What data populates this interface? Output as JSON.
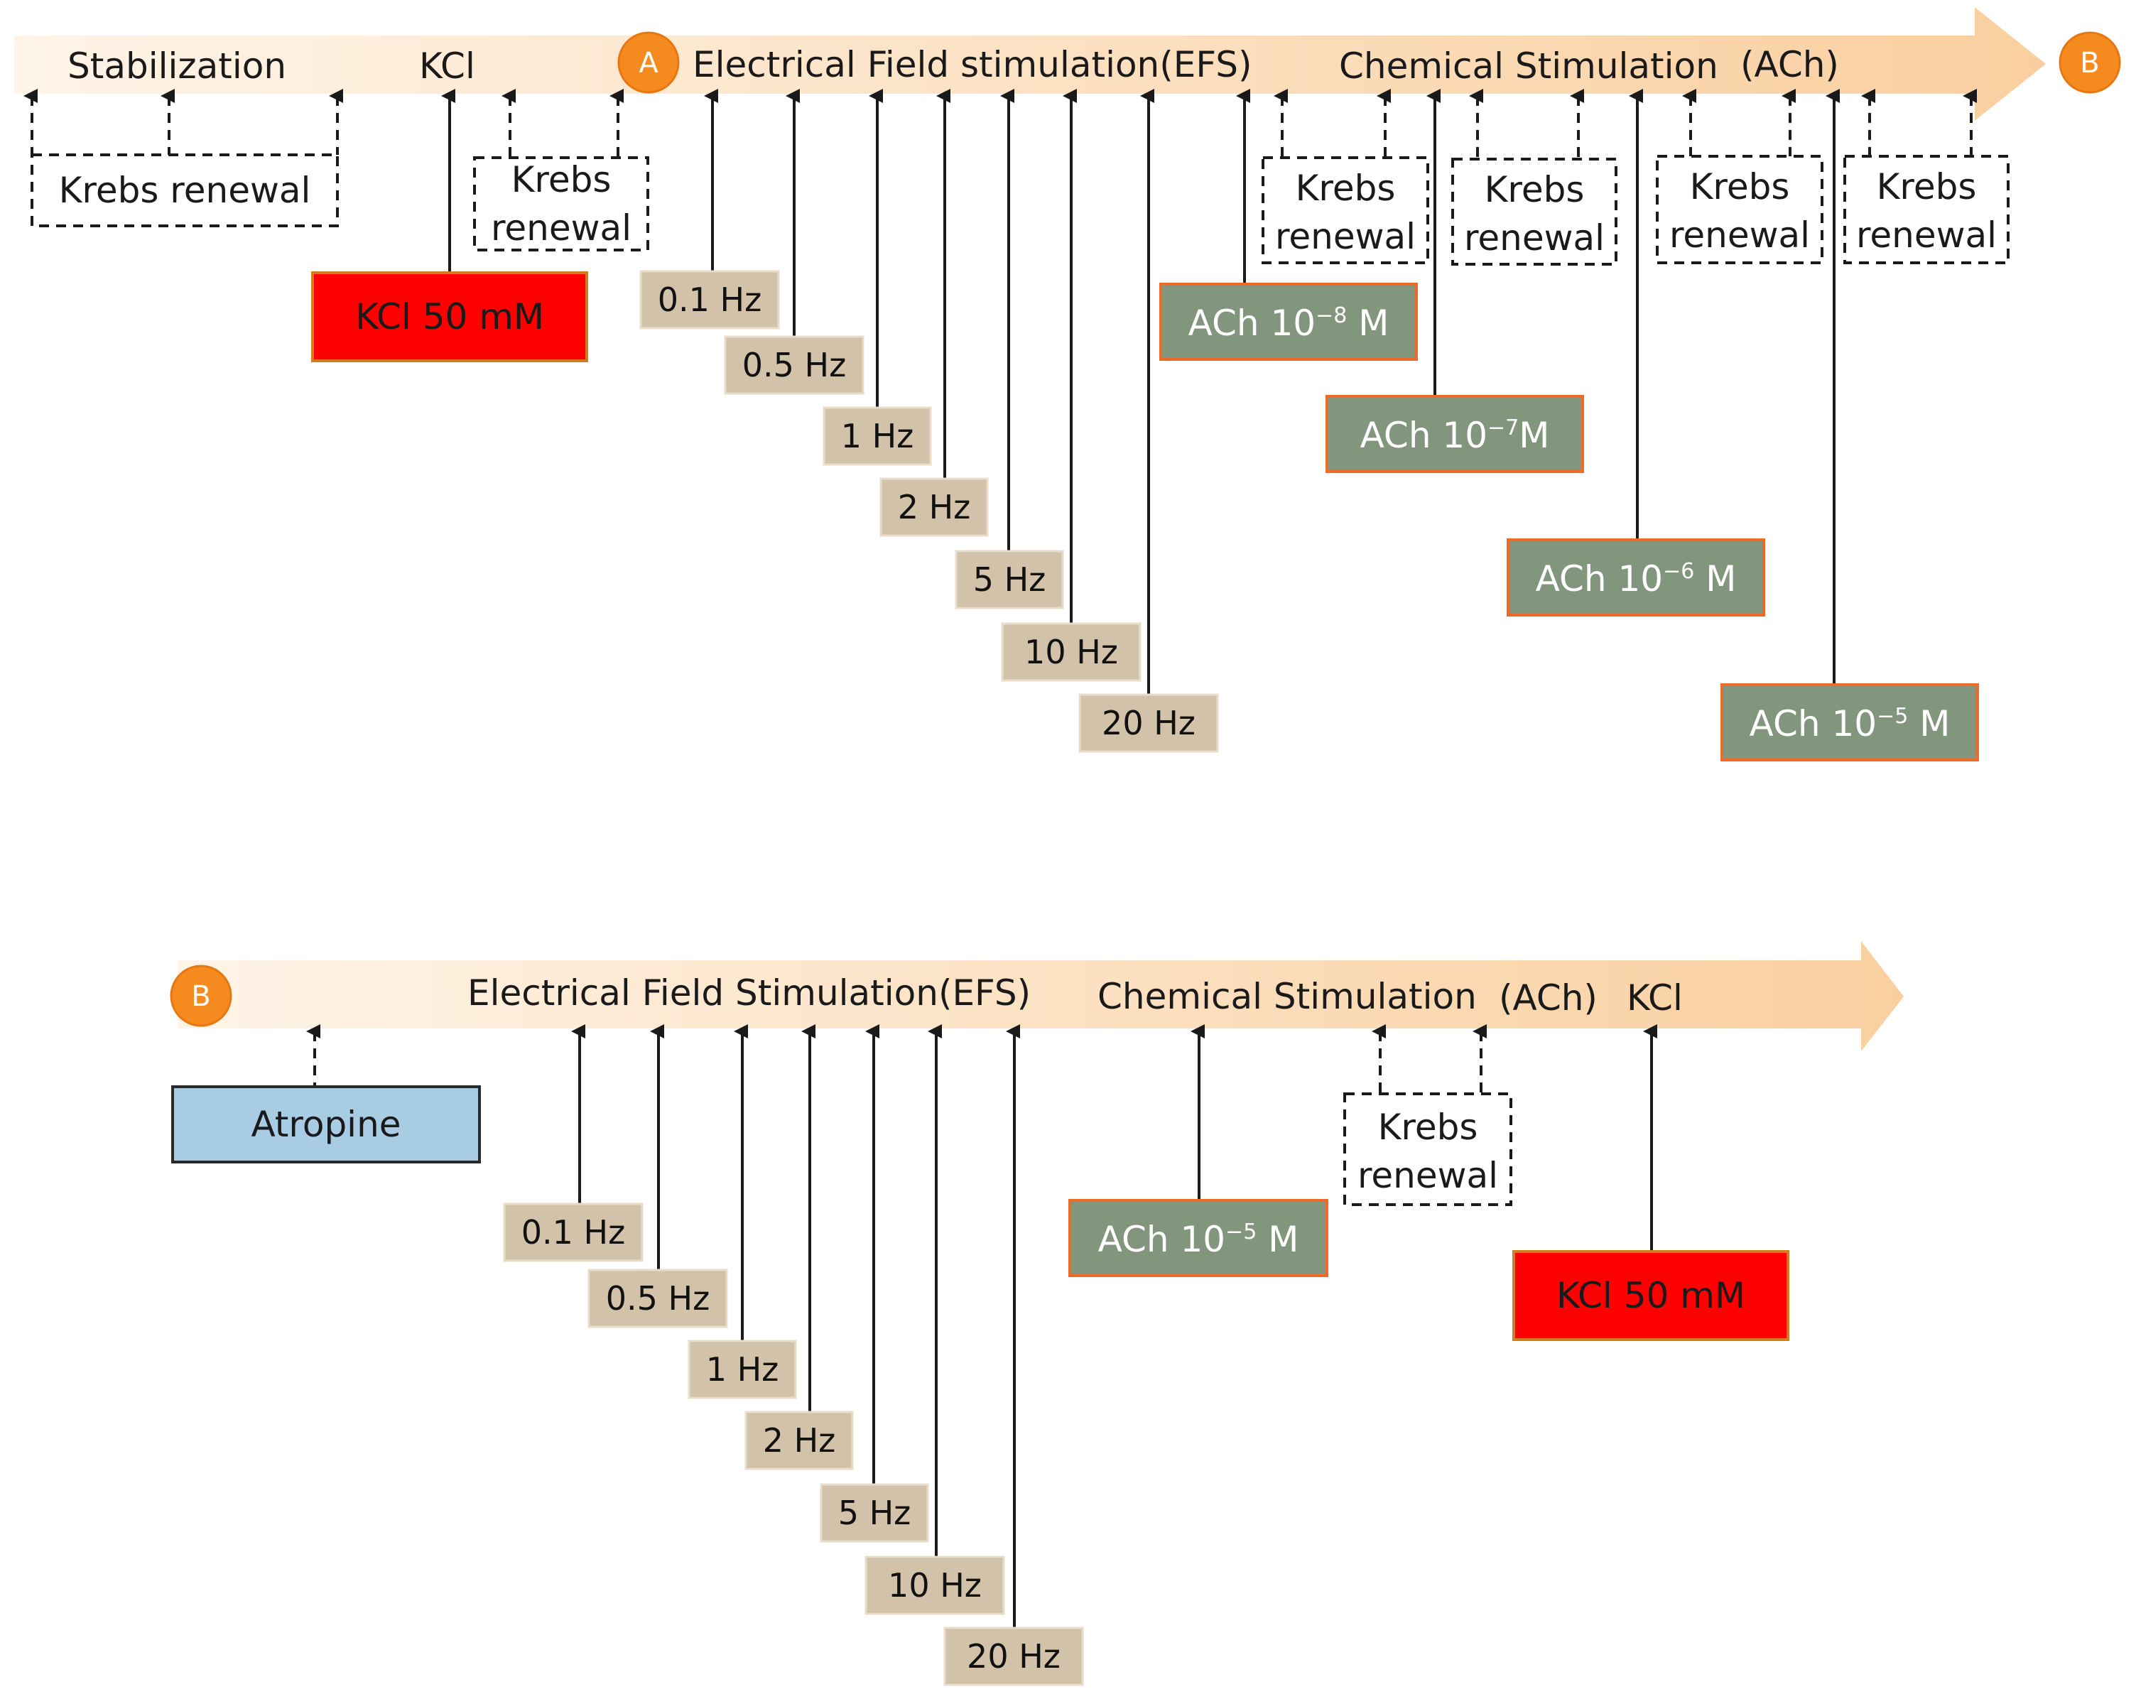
{
  "colors": {
    "arrow_gradient_start": "#fff3e6",
    "arrow_gradient_end": "#fad0a0",
    "badge": "#f58a1f",
    "kcl_box": "#fe0000",
    "kcl_border": "#d47b1e",
    "hz_box": "#d2c2a9",
    "ach_box": "#82957d",
    "ach_border": "#ef6a26",
    "atropine_box": "#a8cce4",
    "line": "#1a1a1a"
  },
  "top_timeline": {
    "labels": {
      "stabilization": "Stabilization",
      "kcl": "KCl",
      "efs": "Electrical Field stimulation(EFS)",
      "chemical": "Chemical Stimulation",
      "ach": "(ACh)"
    },
    "badge_start": "A",
    "badge_end": "B",
    "krebs": [
      {
        "line1": "Krebs renewal",
        "line2": ""
      },
      {
        "line1": "Krebs",
        "line2": "renewal"
      },
      {
        "line1": "Krebs",
        "line2": "renewal"
      },
      {
        "line1": "Krebs",
        "line2": "renewal"
      },
      {
        "line1": "Krebs",
        "line2": "renewal"
      },
      {
        "line1": "Krebs",
        "line2": "renewal"
      }
    ],
    "kcl_box": "KCl 50 mM",
    "hz": [
      "0.1 Hz",
      "0.5 Hz",
      "1 Hz",
      "2 Hz",
      "5 Hz",
      "10 Hz",
      "20 Hz"
    ],
    "ach": [
      {
        "base": "ACh 10",
        "exp": "−8",
        "unit": "M"
      },
      {
        "base": "ACh 10",
        "exp": "−7",
        "unit": "M"
      },
      {
        "base": "ACh 10",
        "exp": "−6",
        "unit": "M"
      },
      {
        "base": "ACh 10",
        "exp": "−5",
        "unit": "M"
      }
    ]
  },
  "bottom_timeline": {
    "badge_start": "B",
    "labels": {
      "efs": "Electrical Field Stimulation(EFS)",
      "chemical": "Chemical Stimulation",
      "ach": "(ACh)",
      "kcl": "KCl"
    },
    "atropine": "Atropine",
    "hz": [
      "0.1 Hz",
      "0.5 Hz",
      "1 Hz",
      "2 Hz",
      "5 Hz",
      "10 Hz",
      "20 Hz"
    ],
    "ach": {
      "base": "ACh 10",
      "exp": "−5",
      "unit": "M"
    },
    "krebs": {
      "line1": "Krebs",
      "line2": "renewal"
    },
    "kcl_box": "KCl 50 mM"
  }
}
